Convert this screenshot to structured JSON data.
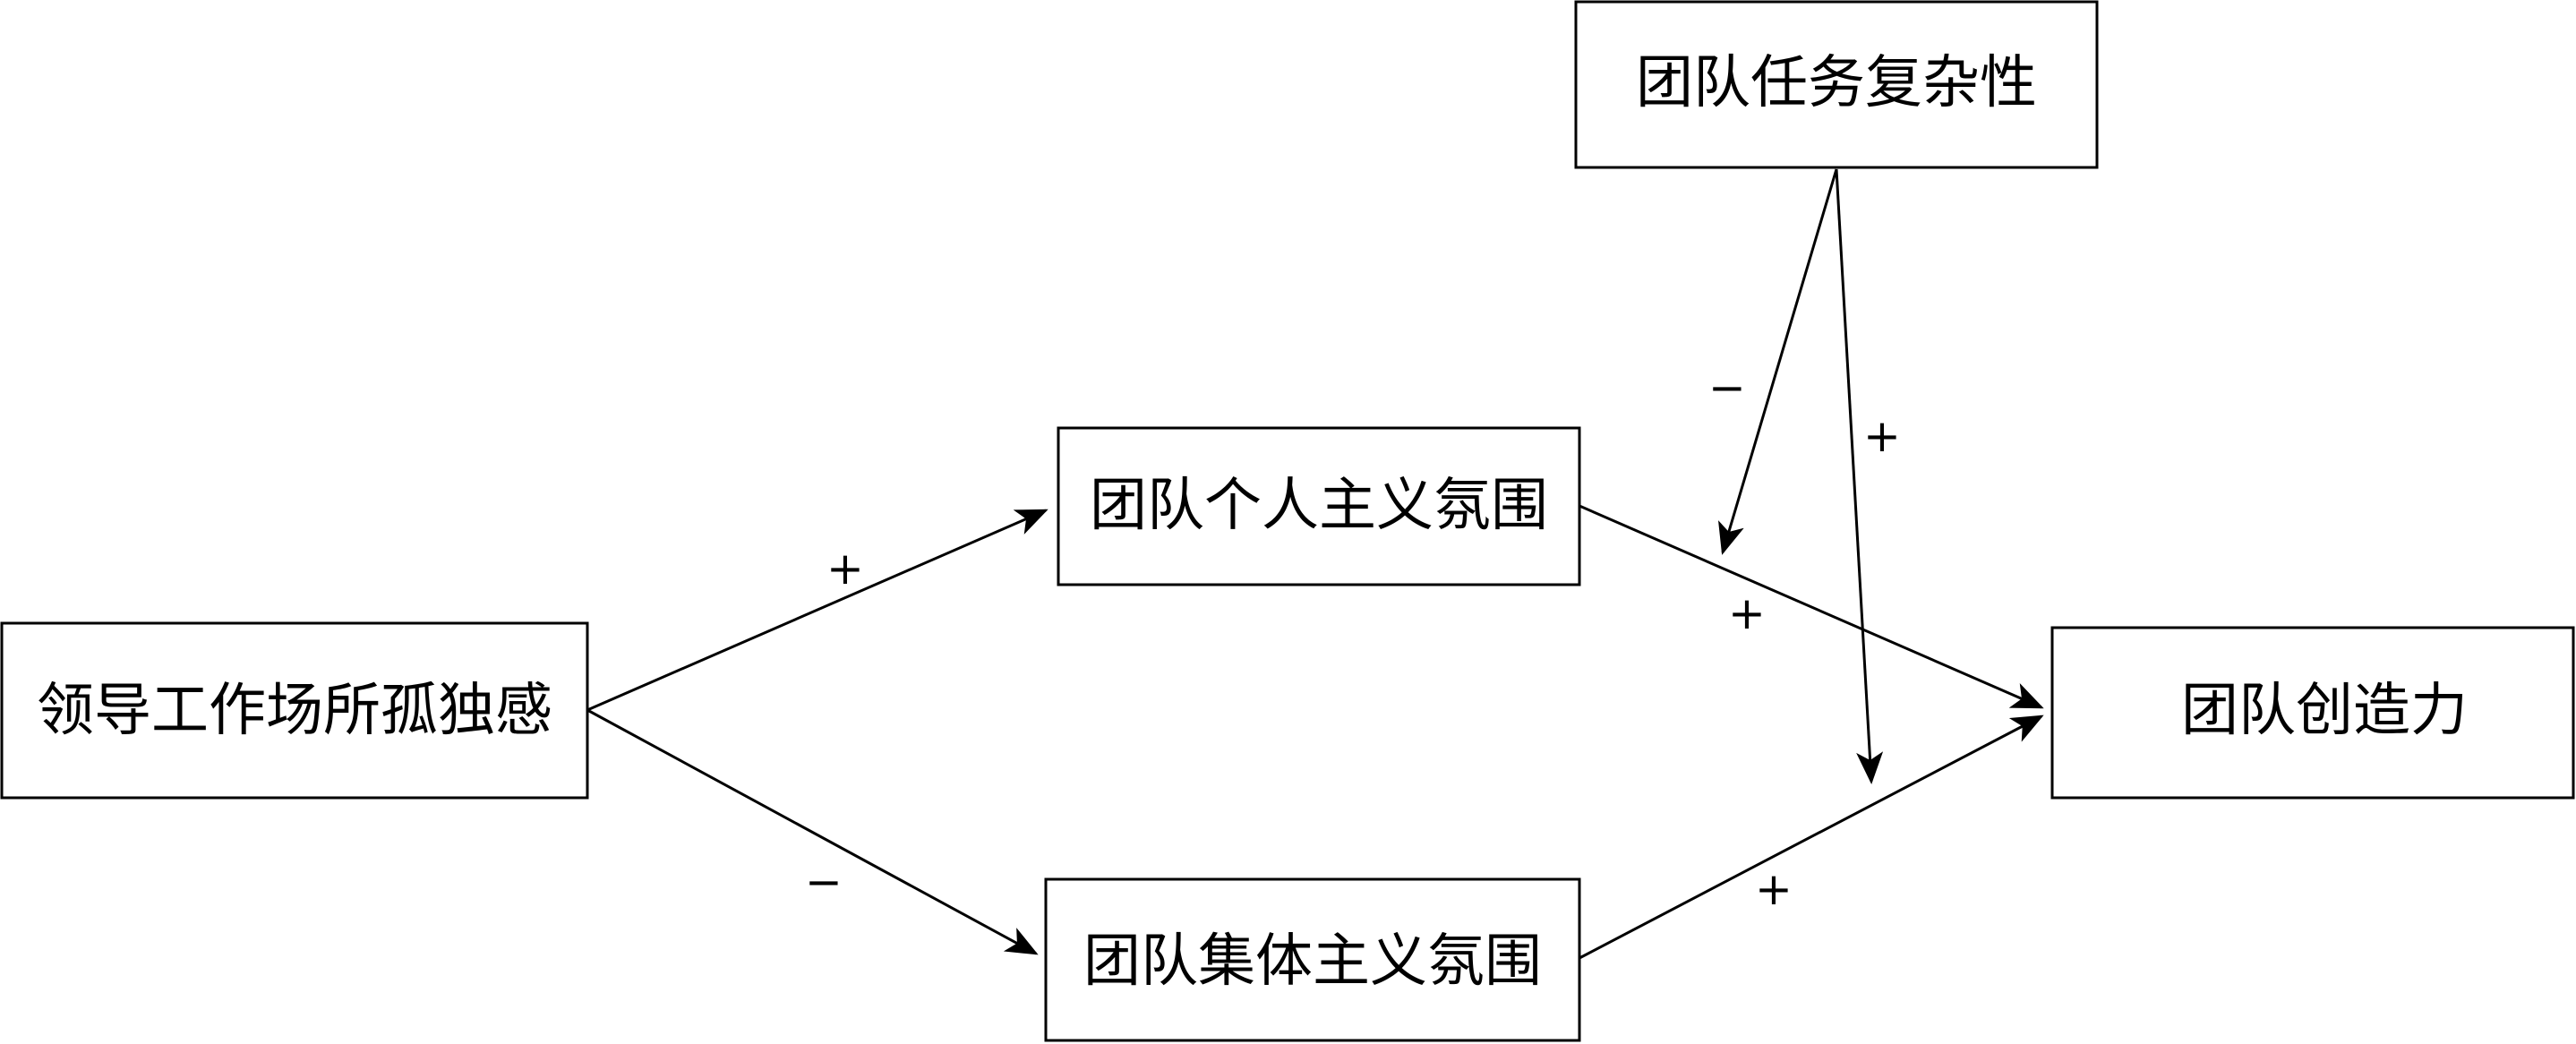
{
  "nodes": {
    "loneliness": {
      "label": "领导工作场所孤独感"
    },
    "individualism": {
      "label": "团队个人主义氛围"
    },
    "collectivism": {
      "label": "团队集体主义氛围"
    },
    "complexity": {
      "label": "团队任务复杂性"
    },
    "creativity": {
      "label": "团队创造力"
    }
  },
  "edges": [
    {
      "from": "领导工作场所孤独感",
      "to": "团队个人主义氛围",
      "sign": "+"
    },
    {
      "from": "领导工作场所孤独感",
      "to": "团队集体主义氛围",
      "sign": "−"
    },
    {
      "from": "团队个人主义氛围",
      "to": "团队创造力",
      "sign": "+"
    },
    {
      "from": "团队集体主义氛围",
      "to": "团队创造力",
      "sign": "+"
    },
    {
      "from": "团队任务复杂性",
      "to": "团队个人主义氛围 → 团队创造力",
      "sign": "−"
    },
    {
      "from": "团队任务复杂性",
      "to": "团队集体主义氛围 → 团队创造力",
      "sign": "+"
    }
  ]
}
